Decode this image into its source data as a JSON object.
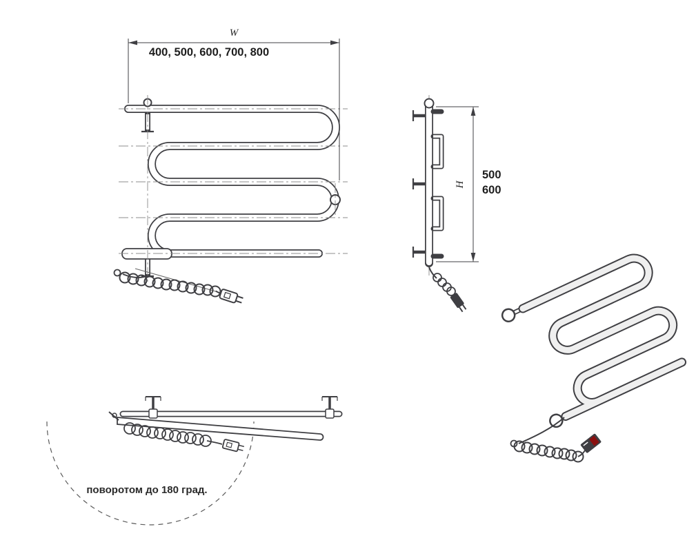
{
  "drawing": {
    "front_view": {
      "width_symbol": "W",
      "width_values": "400, 500, 600, 700, 800"
    },
    "side_view": {
      "height_symbol": "H",
      "height_value_1": "500",
      "height_value_2": "600"
    },
    "rotation_view": {
      "note": "поворотом до 180 град."
    },
    "colors": {
      "line": "#3f3f43",
      "centerline": "#8c8c8c",
      "accent_red": "#8a1010",
      "background": "#ffffff"
    }
  }
}
